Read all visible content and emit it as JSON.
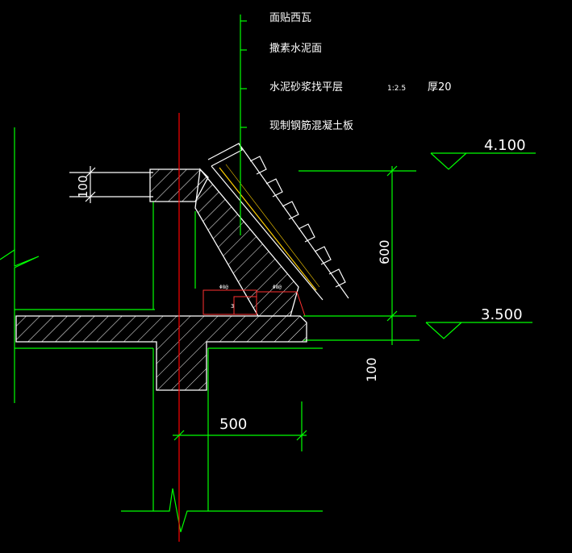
{
  "annotations": {
    "layer1": "面贴西瓦",
    "layer2": "撒素水泥面",
    "layer3": "水泥砂浆找平层",
    "layer3_ratio": "1:2.5",
    "layer3_thick": "厚20",
    "layer4": "现制钢筋混凝土板"
  },
  "elevations": {
    "top": "4.100",
    "bottom": "3.500"
  },
  "dimensions": {
    "wall_cap": "100",
    "height": "600",
    "slab": "100",
    "overhang": "500"
  },
  "small_notes": {
    "left": "Φ8@",
    "right": "Φ8@",
    "mid": "3"
  },
  "colors": {
    "background": "#000000",
    "structure": "#ffffff",
    "leader": "#00ff00",
    "axis": "#ff0000",
    "rebar": "#ff3030"
  }
}
